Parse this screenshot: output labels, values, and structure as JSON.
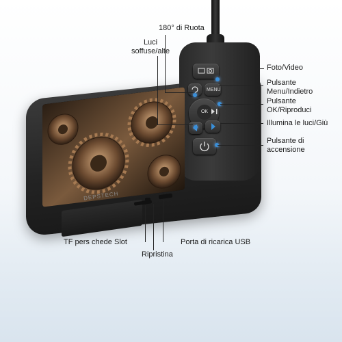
{
  "labels": {
    "rotate": "180° di Ruota",
    "lights_level": "Luci\nsoffuse/alte",
    "photo_video": "Foto/Video",
    "menu_back": "Pulsante\nMenu/Indietro",
    "ok_play": "Pulsante\nOK/Riproduci",
    "light_down": "Illumina le luci/Giù",
    "power": "Pulsante di\naccensione",
    "tf_slot": "TF pers chede Slot",
    "reset": "Ripristina",
    "usb_port": "Porta di ricarica USB"
  },
  "device": {
    "brand": "DEPSTECH",
    "menu_key": "MENU",
    "ok_key": "OK"
  },
  "colors": {
    "accent_led": "#3a8fd8",
    "body": "#2a2a2a",
    "screen_tint": "#8a6a4a"
  },
  "icons": [
    "camera-icon",
    "rotate-icon",
    "play-pause-icon",
    "light-icon",
    "arrow-left-icon",
    "arrow-right-icon",
    "power-icon"
  ]
}
